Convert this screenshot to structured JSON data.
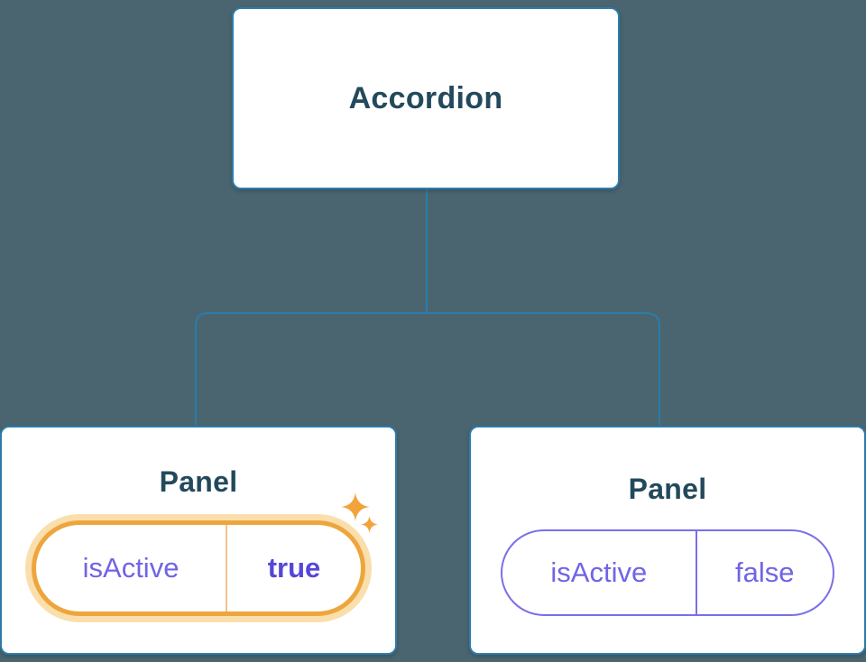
{
  "colors": {
    "background": "#4a6570",
    "node_border": "#2b7caa",
    "node_text": "#23495c",
    "prop_text": "#7064e6",
    "prop_value_active": "#5546d8",
    "highlight_border": "#eda63d",
    "highlight_glow": "#f6c46a",
    "sparkle": "#f2a33c"
  },
  "tree": {
    "root": {
      "label": "Accordion"
    },
    "children": [
      {
        "label": "Panel",
        "prop_name": "isActive",
        "prop_value": "true",
        "highlighted": true
      },
      {
        "label": "Panel",
        "prop_name": "isActive",
        "prop_value": "false",
        "highlighted": false
      }
    ]
  }
}
